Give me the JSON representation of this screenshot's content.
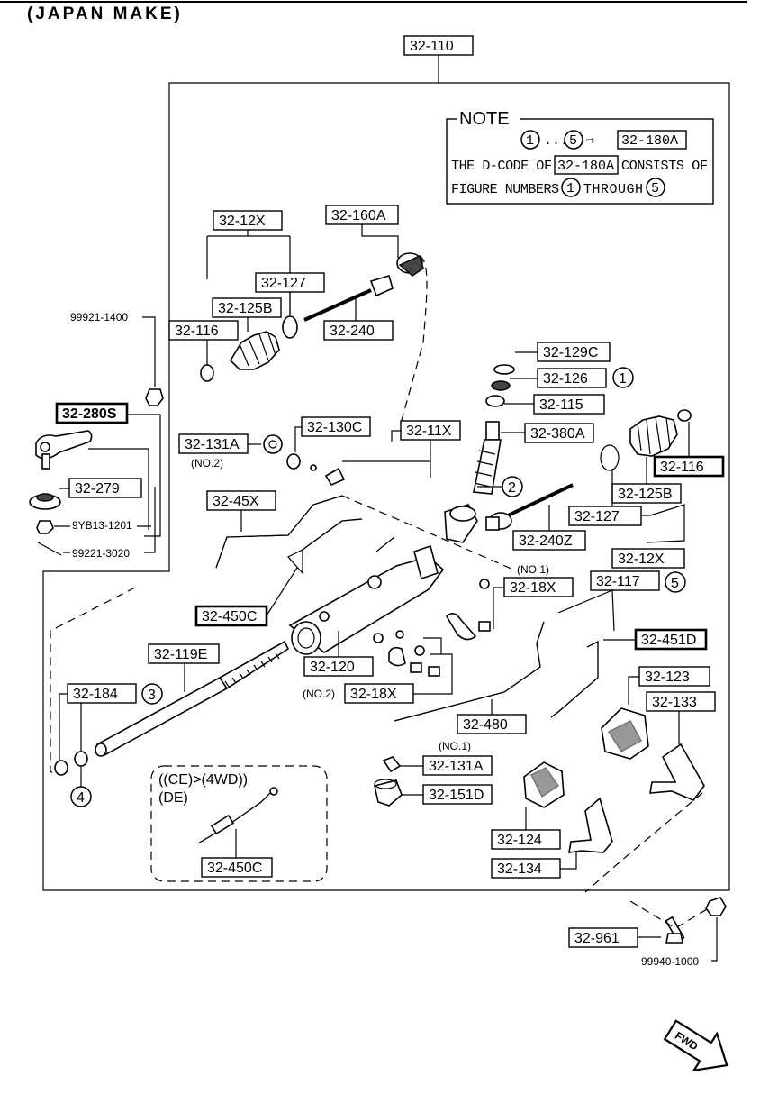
{
  "header": {
    "title": "(JAPAN MAKE)"
  },
  "note": {
    "heading": "NOTE",
    "line1": "THE D-CODE OF",
    "line1_code": "32-180A",
    "line1_end": "CONSISTS OF",
    "line2": "FIGURE NUMBERS",
    "line2_mid": "THROUGH",
    "range_start": "1",
    "range_end": "5",
    "range_sep": "...",
    "arrow": "⇨",
    "code": "32-180A"
  },
  "labels": {
    "l32_110": "32-110",
    "l32_12x_a": "32-12X",
    "l32_160a": "32-160A",
    "l32_127_a": "32-127",
    "l32_125b_a": "32-125B",
    "l32_116_a": "32-116",
    "l32_240": "32-240",
    "l99921_1400": "99921-1400",
    "l32_129c": "32-129C",
    "l32_126": "32-126",
    "l32_115": "32-115",
    "l32_280s": "32-280S",
    "l32_130c": "32-130C",
    "l32_131a_a": "32-131A",
    "no2_a": "(NO.2)",
    "l32_11x": "32-11X",
    "l32_380a": "32-380A",
    "l32_116_b": "32-116",
    "l32_279": "32-279",
    "l9yb13_1201": "9YB13-1201",
    "l99221_3020": "99221-3020",
    "l32_45x": "32-45X",
    "l32_125b_b": "32-125B",
    "l32_127_b": "32-127",
    "l32_240z": "32-240Z",
    "l32_12x_b": "32-12X",
    "no1_a": "(NO.1)",
    "l32_18x_a": "32-18X",
    "l32_117": "32-117",
    "l32_450c_a": "32-450C",
    "l32_451d": "32-451D",
    "l32_119e": "32-119E",
    "l32_120": "32-120",
    "no2_b": "(NO.2)",
    "l32_18x_b": "32-18X",
    "l32_123": "32-123",
    "l32_184": "32-184",
    "l32_133": "32-133",
    "l32_480": "32-480",
    "no1_b": "(NO.1)",
    "l32_131a_b": "32-131A",
    "l32_151d": "32-151D",
    "variant_line1": "((CE)>(4WD))",
    "variant_line2": "(DE)",
    "l32_124": "32-124",
    "l32_134": "32-134",
    "l32_450c_b": "32-450C",
    "l32_961": "32-961",
    "l99940_1000": "99940-1000",
    "fwd": "FWD"
  },
  "figure_numbers": {
    "n1": "1",
    "n2": "2",
    "n3": "3",
    "n4": "4",
    "n5": "5"
  }
}
